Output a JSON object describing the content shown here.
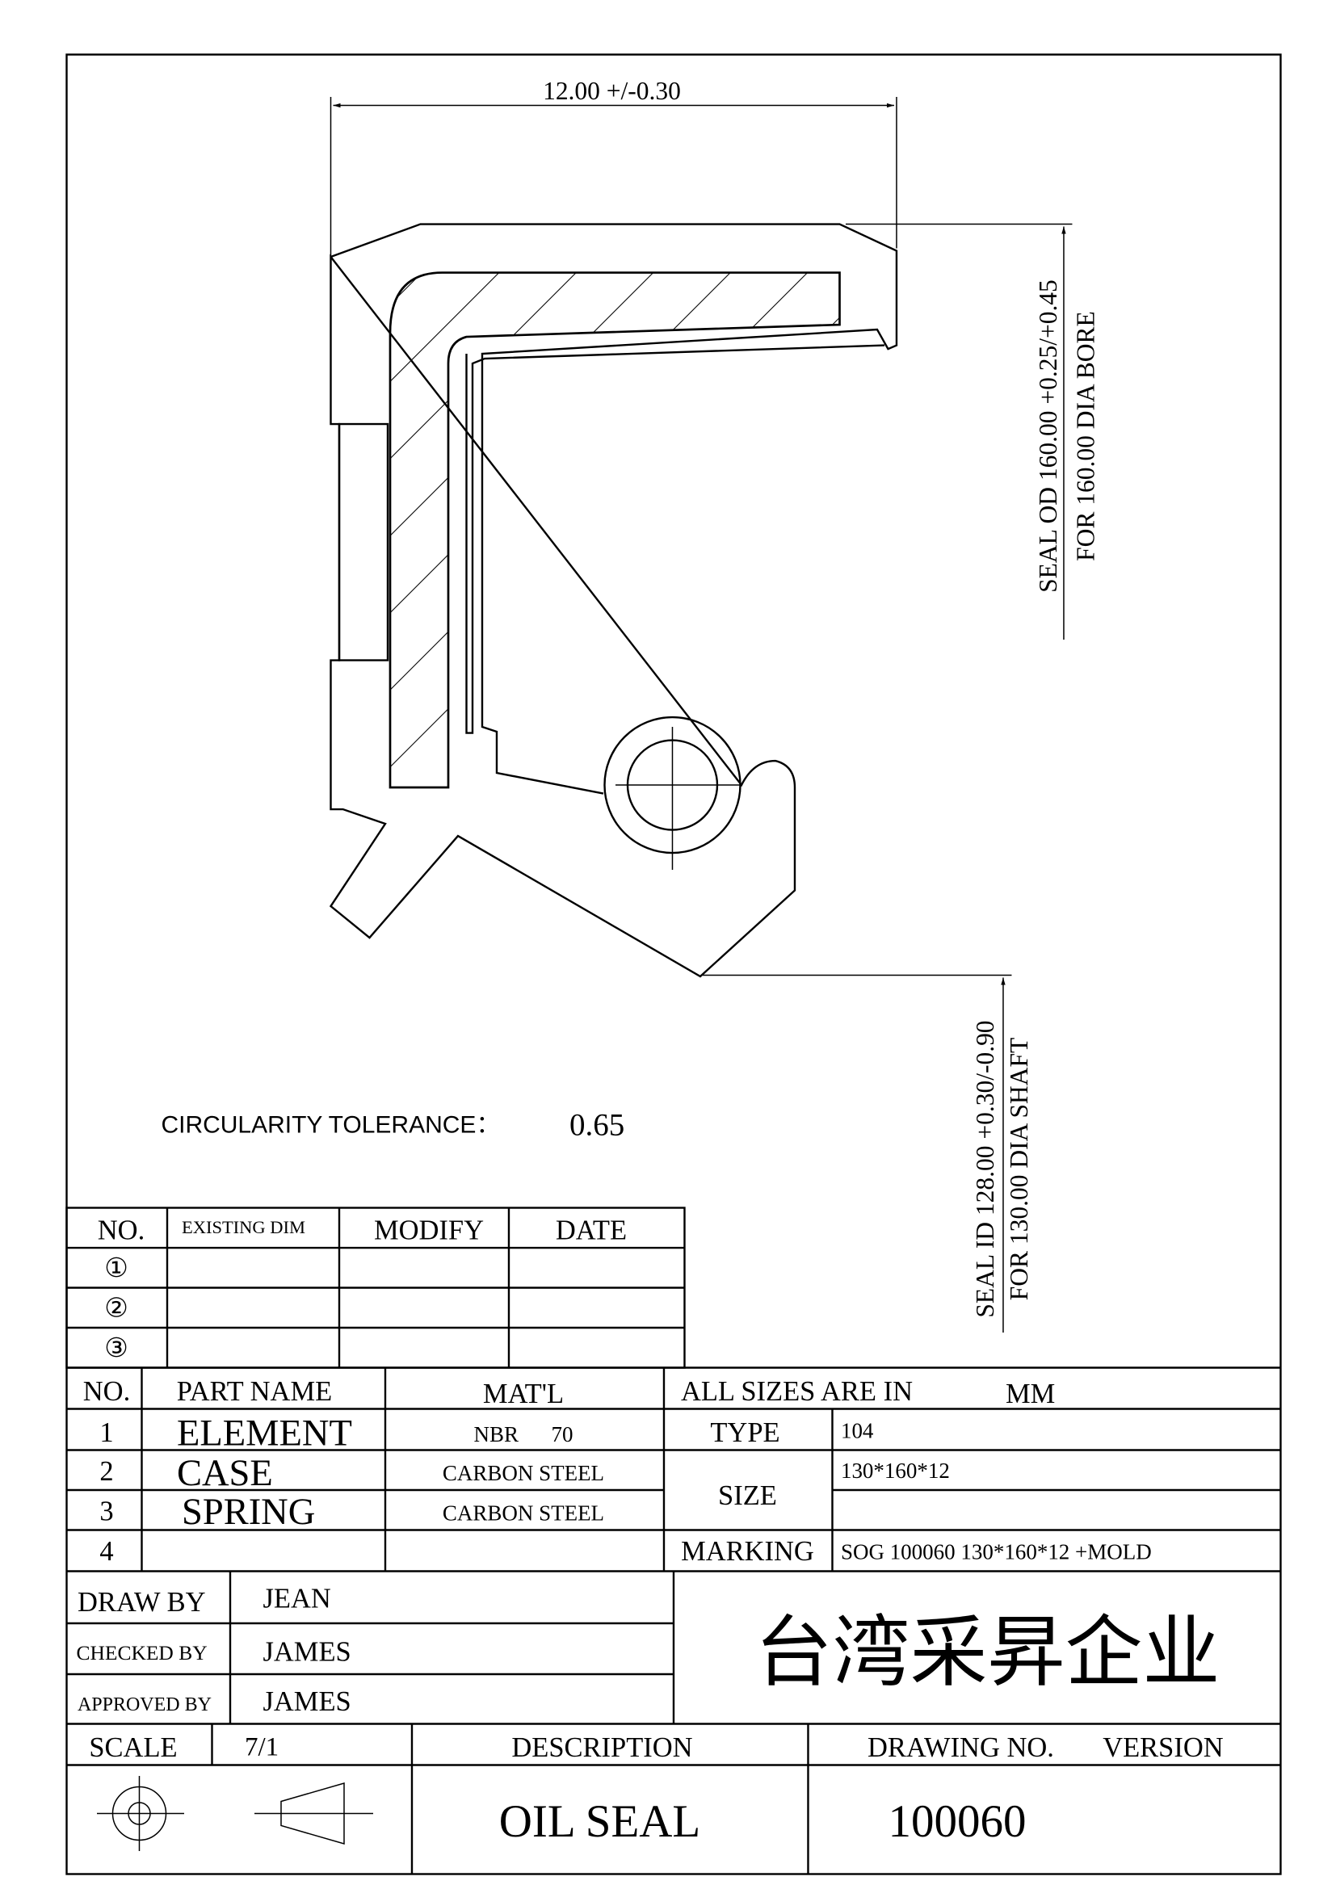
{
  "drawing": {
    "width_dimension": "12.00 +/-0.30",
    "od_dimension": "SEAL OD 160.00 +0.25/+0.45",
    "od_note": "FOR 160.00 DIA BORE",
    "id_dimension": "SEAL ID 128.00 +0.30/-0.90",
    "id_note": "FOR 130.00 DIA SHAFT",
    "circularity_label": "CIRCULARITY  TOLERANCE：",
    "circularity_value": "0.65"
  },
  "revision_table": {
    "headers": [
      "NO.",
      "EXISTING DIM",
      "MODIFY",
      "DATE"
    ],
    "rows": [
      {
        "no": "①",
        "existing": "",
        "modify": "",
        "date": ""
      },
      {
        "no": "②",
        "existing": "",
        "modify": "",
        "date": ""
      },
      {
        "no": "③",
        "existing": "",
        "modify": "",
        "date": ""
      }
    ]
  },
  "parts_table": {
    "headers": [
      "NO.",
      "PART NAME",
      "MAT'L"
    ],
    "units_label": "ALL SIZES ARE IN",
    "units_value": "MM",
    "rows": [
      {
        "no": "1",
        "name": "ELEMENT",
        "material": "NBR      70"
      },
      {
        "no": "2",
        "name": "CASE",
        "material": "CARBON STEEL"
      },
      {
        "no": "3",
        "name": "SPRING",
        "material": "CARBON STEEL"
      },
      {
        "no": "4",
        "name": "",
        "material": ""
      }
    ],
    "type_label": "TYPE",
    "type_value": "104",
    "size_label": "SIZE",
    "size_value": "130*160*12",
    "size_value_2": "",
    "marking_label": "MARKING",
    "marking_value": "SOG 100060 130*160*12 +MOLD"
  },
  "approvals": {
    "draw_by_label": "DRAW BY",
    "draw_by": "JEAN",
    "checked_by_label": "CHECKED BY",
    "checked_by": "JAMES",
    "approved_by_label": "APPROVED BY",
    "approved_by": "JAMES",
    "company": "台湾采昇企业"
  },
  "title_block": {
    "scale_label": "SCALE",
    "scale_value": "7/1",
    "description_label": "DESCRIPTION",
    "drawing_no_label": "DRAWING NO.",
    "version_label": "VERSION",
    "description": "OIL SEAL",
    "drawing_no": "100060",
    "version": ""
  }
}
